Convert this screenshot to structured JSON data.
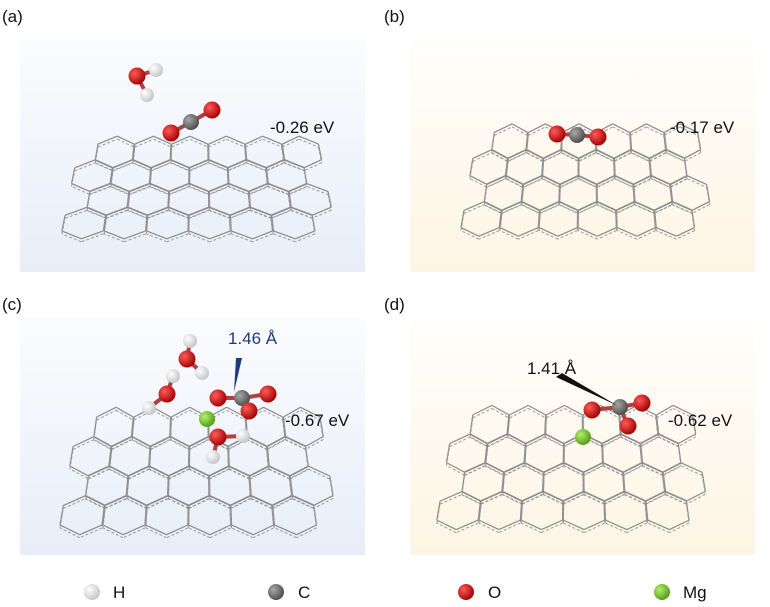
{
  "panels": [
    {
      "label": "(a)",
      "energy": "-0.26 eV",
      "distance": null
    },
    {
      "label": "(b)",
      "energy": "-0.17 eV",
      "distance": null
    },
    {
      "label": "(c)",
      "energy": "-0.67 eV",
      "distance": "1.46 Å"
    },
    {
      "label": "(d)",
      "energy": "-0.62 eV",
      "distance": "1.41 Å"
    }
  ],
  "legend": [
    {
      "element": "H",
      "color": "#e8e8e8"
    },
    {
      "element": "C",
      "color": "#6e6e6e"
    },
    {
      "element": "O",
      "color": "#d01010"
    },
    {
      "element": "Mg",
      "color": "#7ac532"
    }
  ],
  "colors": {
    "distance_c": "#1f3a7a",
    "distance_d": "#111111",
    "panel_ab_bg": "#eef2fb",
    "panel_b_bg": "#fdf7ea"
  }
}
